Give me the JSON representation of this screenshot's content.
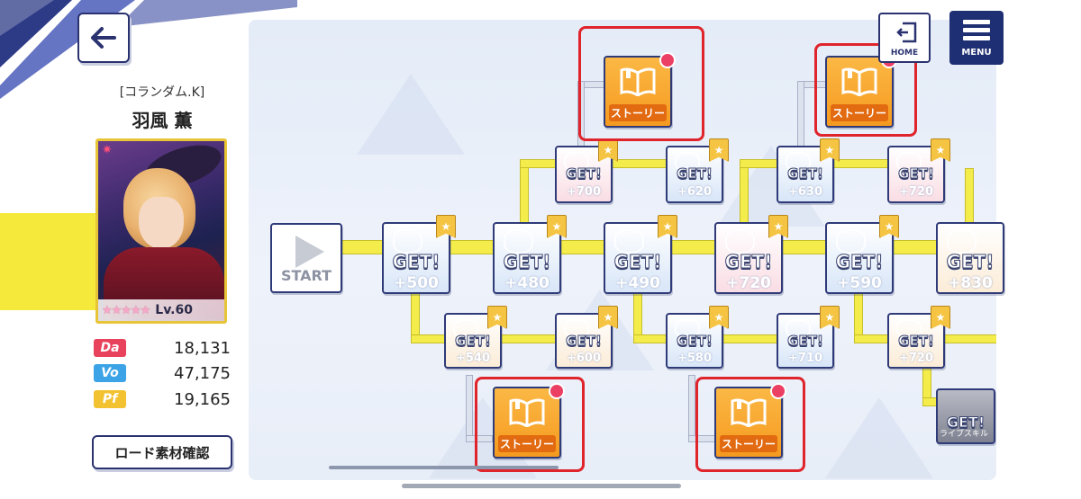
{
  "header": {
    "back_icon": "arrow-left-icon",
    "home_label": "HOME",
    "menu_label": "MENU"
  },
  "character": {
    "unit": "[コランダム.K]",
    "name": "羽風 薫",
    "stars": "★★★★★",
    "level": "Lv.60",
    "stats": [
      {
        "key": "Da",
        "value": "18,131",
        "color": "#e8425c"
      },
      {
        "key": "Vo",
        "value": "47,175",
        "color": "#3ba3e6"
      },
      {
        "key": "Pf",
        "value": "19,165",
        "color": "#f2c230"
      }
    ]
  },
  "road_button": "ロード素材確認",
  "board": {
    "start_label": "START",
    "get_label": "GET!",
    "story_label": "ストーリー",
    "skill_label": "ライブスキル",
    "nodes_main": [
      "+500",
      "+480",
      "+490",
      "+720",
      "+590",
      "+830"
    ],
    "nodes_upper": [
      "+700",
      "+620",
      "+630",
      "+720"
    ],
    "nodes_lower": [
      "+540",
      "+600",
      "+580",
      "+710",
      "+720"
    ]
  },
  "colors": {
    "accent_navy": "#2a3270",
    "path_yellow": "#f3ec4a",
    "story_orange": "#f59a1f",
    "highlight_red": "#e0242c"
  }
}
